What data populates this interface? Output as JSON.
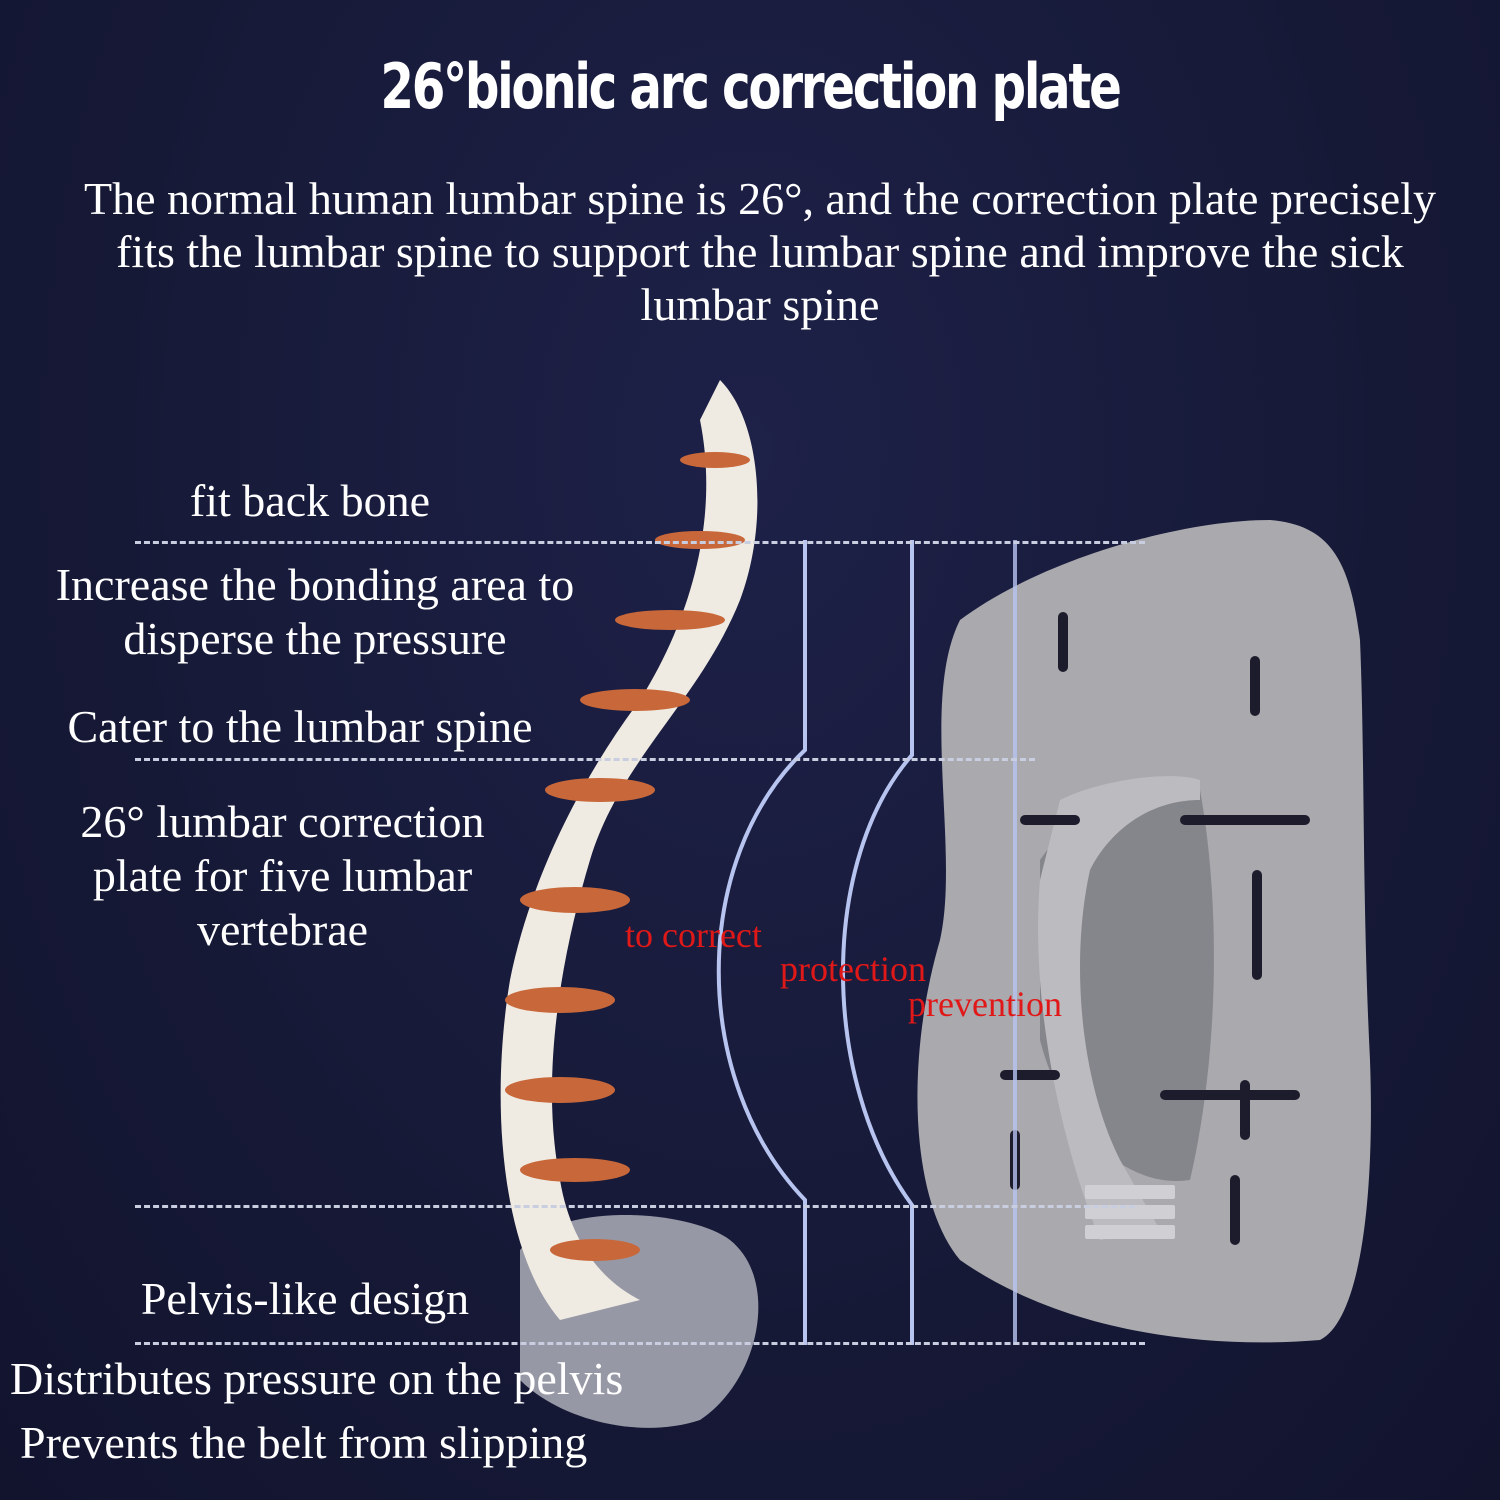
{
  "header": {
    "title": "26°bionic arc correction plate",
    "description": "The normal human lumbar spine is 26°, and the correction plate precisely fits the lumbar spine to support the lumbar spine and improve the sick lumbar spine"
  },
  "left_labels": {
    "fit_back_bone": "fit back bone",
    "bonding_area": "Increase the bonding area to disperse the pressure",
    "cater_lumbar": "Cater to the lumbar spine",
    "lumbar_plate": "26° lumbar correction plate for five lumbar vertebrae",
    "pelvis_design": "Pelvis-like design",
    "distributes_pressure": "Distributes pressure on the pelvis",
    "prevents_slipping": "Prevents the belt from slipping"
  },
  "curve_labels": {
    "to_correct": "to correct",
    "protection": "protection",
    "prevention": "prevention"
  },
  "colors": {
    "background": "#161936",
    "text": "#ffffff",
    "accent_red": "#e01818",
    "guide_line": "#b8c4f0",
    "plate_gray": "#a8a8ae"
  }
}
